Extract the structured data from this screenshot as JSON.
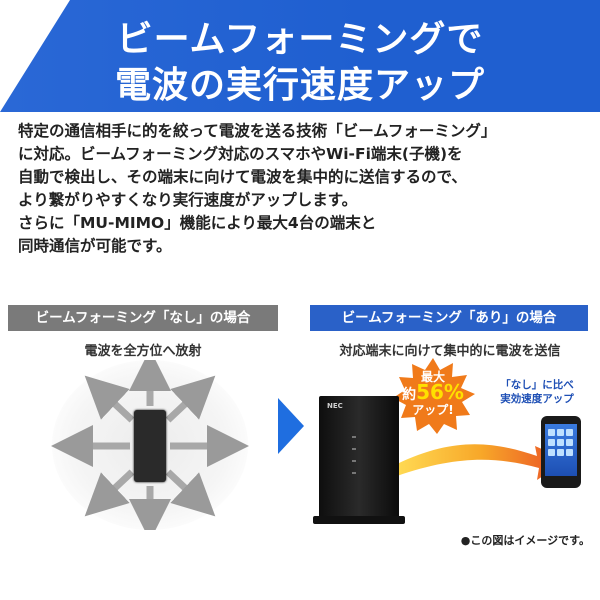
{
  "banner": {
    "title_line1": "ビームフォーミングで",
    "title_line2": "電波の実行速度アップ"
  },
  "description": {
    "lines": [
      "特定の通信相手に的を絞って電波を送る技術「ビームフォーミング」",
      "に対応。ビームフォーミング対応のスマホやWi-Fi端末(子機)を",
      "自動で検出し、その端末に向けて電波を集中的に送信するので、",
      "より繋がりやすくなり実行速度がアップします。",
      "さらに「MU-MIMO」機能により最大4台の端末と",
      "同時通信が可能です。"
    ]
  },
  "left_panel": {
    "header": "ビームフォーミング「なし」の場合",
    "caption": "電波を全方位へ放射"
  },
  "right_panel": {
    "header": "ビームフォーミング「あり」の場合",
    "caption": "対応端末に向けて集中的に電波を送信",
    "router_brand": "NEC",
    "burst": {
      "line1": "最大",
      "prefix": "約",
      "number": "56%",
      "line3": "アップ!"
    },
    "compare_line1": "「なし」に比べ",
    "compare_line2": "実効速度アップ"
  },
  "note": "●この図はイメージです。",
  "colors": {
    "banner_blue": "#1f5fd0",
    "left_header_gray": "#7a7a7a",
    "right_header_blue": "#2a61c8",
    "burst_orange": "#f07a1a",
    "beam_red": "#e8431a",
    "accent_yellow": "#ffe000"
  },
  "icons": {
    "left_router": "router-icon",
    "right_router": "router-icon",
    "phone": "smartphone-icon",
    "arrows": "arrow-icon"
  }
}
